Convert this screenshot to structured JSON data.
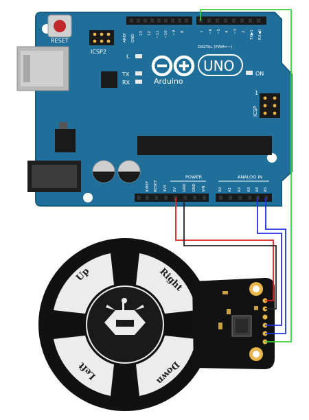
{
  "board": {
    "reset_label": "RESET",
    "icsp2_label": "ICSP2",
    "icsp_label": "ICSP",
    "aref": "AREF",
    "gnd": "GND",
    "digital_pins": [
      "13",
      "12",
      "~11",
      "~10",
      "~9",
      "8"
    ],
    "digital_pins_right": [
      "7",
      "~6",
      "~5",
      "4",
      "~3",
      "2",
      "TX▶1",
      "RX◀0"
    ],
    "digital_label": "DIGITAL (PWM=~)",
    "l_label": "L",
    "tx_label": "TX",
    "rx_label": "RX",
    "on_label": "ON",
    "logo_text": "Arduino",
    "uno_text": "UNO",
    "icsp_one": "1",
    "power_label": "POWER",
    "analog_label": "ANALOG IN",
    "power_pins": [
      "IOREF",
      "RESET",
      "3V3",
      "5V",
      "GND",
      "GND",
      "VIN"
    ],
    "analog_pins": [
      "A0",
      "A1",
      "A2",
      "A3",
      "A4",
      "A5"
    ]
  },
  "joystick": {
    "up": "Up",
    "right": "Right",
    "left": "Left",
    "down": "Down"
  },
  "colors": {
    "board": "#1f6f9a",
    "board_dark": "#175a80",
    "wire_red": "#e02020",
    "wire_black": "#222222",
    "wire_blue": "#2030e0",
    "wire_green": "#3ad13a",
    "module": "#111111",
    "gold": "#e8b64a"
  }
}
